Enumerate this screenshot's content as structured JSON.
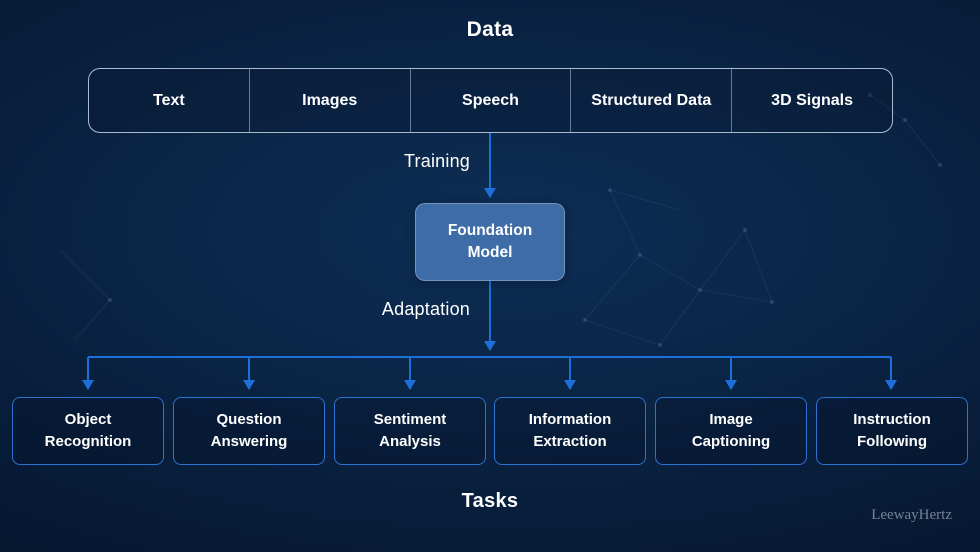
{
  "title": "Data",
  "data_sources": {
    "items": [
      "Text",
      "Images",
      "Speech",
      "Structured Data",
      "3D Signals"
    ]
  },
  "flow": {
    "training_label": "Training",
    "foundation_model_label": "Foundation Model",
    "adaptation_label": "Adaptation"
  },
  "tasks": {
    "title": "Tasks",
    "items": [
      "Object Recognition",
      "Question Answering",
      "Sentiment Analysis",
      "Information Extraction",
      "Image Captioning",
      "Instruction Following"
    ]
  },
  "watermark": "LeewayHertz",
  "colors": {
    "background_dark": "#041023",
    "arrow_blue": "#1f6fdb",
    "task_border": "#2e72d2",
    "foundation_fill": "#3d6ca6",
    "data_box_border": "#c9d6ea",
    "text": "#ffffff",
    "watermark_gray": "#8b95a3"
  }
}
